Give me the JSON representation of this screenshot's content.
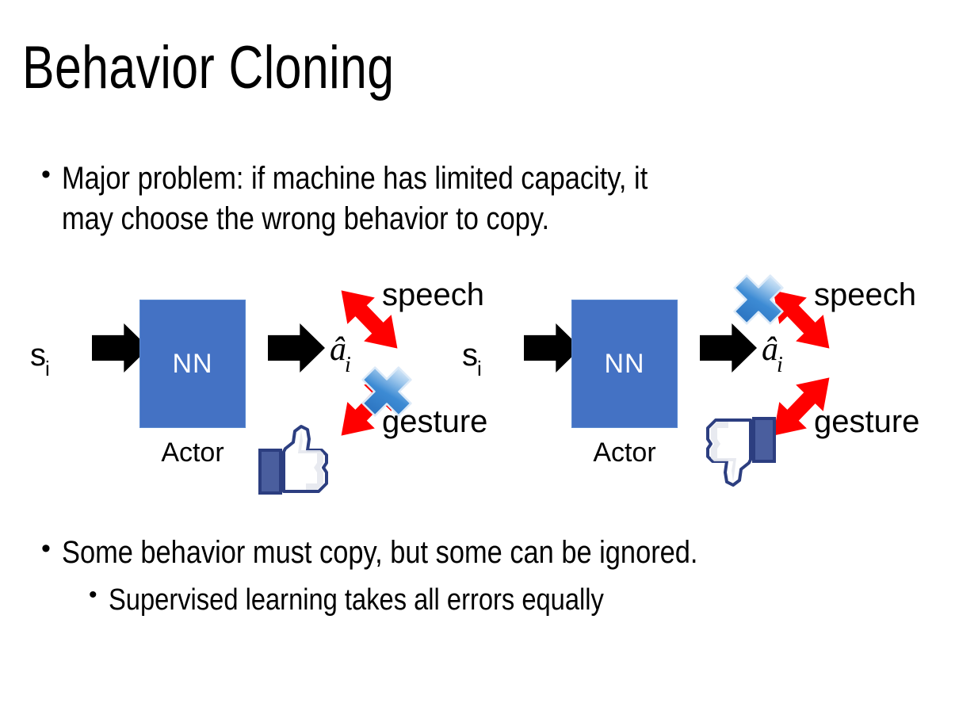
{
  "slide": {
    "title": "Behavior Cloning",
    "background_color": "#FFFFFF",
    "text_color": "#000000"
  },
  "bullets": [
    {
      "level": 1,
      "marker": "•",
      "text": "Major problem: if machine has limited capacity, it\nmay choose the wrong behavior to copy."
    },
    {
      "level": 1,
      "marker": "•",
      "text": "Some behavior must copy, but some can be ignored."
    },
    {
      "level": 2,
      "marker": "•",
      "text": "Supervised learning takes all errors equally"
    }
  ],
  "diagrams": [
    {
      "id": "left",
      "state_symbol": "s",
      "state_subscript": "i",
      "box_label": "NN",
      "box_color": "#4472C4",
      "box_text_color": "#FFFFFF",
      "caption": "Actor",
      "action_symbol": "â",
      "action_subscript": "i",
      "branches": [
        {
          "label": "speech",
          "crossed_out": false
        },
        {
          "label": "gesture",
          "crossed_out": true
        }
      ],
      "verdict_icon": "thumbs-up-icon",
      "arrow_color": "#FF0000",
      "cross_color": "#4A90D9"
    },
    {
      "id": "right",
      "state_symbol": "s",
      "state_subscript": "i",
      "box_label": "NN",
      "box_color": "#4472C4",
      "box_text_color": "#FFFFFF",
      "caption": "Actor",
      "action_symbol": "â",
      "action_subscript": "i",
      "branches": [
        {
          "label": "speech",
          "crossed_out": true
        },
        {
          "label": "gesture",
          "crossed_out": false
        }
      ],
      "verdict_icon": "thumbs-down-icon",
      "arrow_color": "#FF0000",
      "cross_color": "#4A90D9"
    }
  ]
}
